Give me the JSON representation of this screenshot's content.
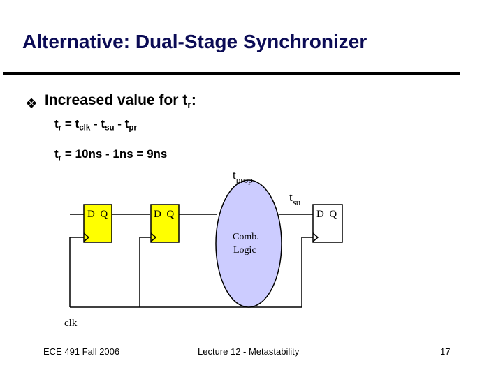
{
  "slide": {
    "title": "Alternative: Dual-Stage Synchronizer",
    "bullet": {
      "text": "Increased value for t",
      "sub": "r",
      "suffix": ":"
    },
    "eq1": {
      "t": "t",
      "t_sub": "r",
      "eq": " = t",
      "clk_sub": "clk",
      "minus1": " - t",
      "su_sub": "su",
      "minus2": " - t",
      "pr_sub": "pr"
    },
    "eq2": {
      "t": "t",
      "t_sub": "r",
      "rest": " = 10ns - 1ns = 9ns"
    }
  },
  "diagram": {
    "tprop": {
      "main": "t",
      "sub": "prop"
    },
    "tsu": {
      "main": "t",
      "sub": "su"
    },
    "ff1_label": "D  Q",
    "ff2_label": "D  Q",
    "ff3_label": "D  Q",
    "comb_line1": "Comb.",
    "comb_line2": "Logic",
    "clk_label": "clk",
    "colors": {
      "flipflop_yellow": "#ffff00",
      "comb_fill": "#ccccff",
      "ff3_fill": "#ffffff"
    }
  },
  "footer": {
    "left": "ECE 491 Fall 2006",
    "center": "Lecture 12 - Metastability",
    "page": "17"
  }
}
